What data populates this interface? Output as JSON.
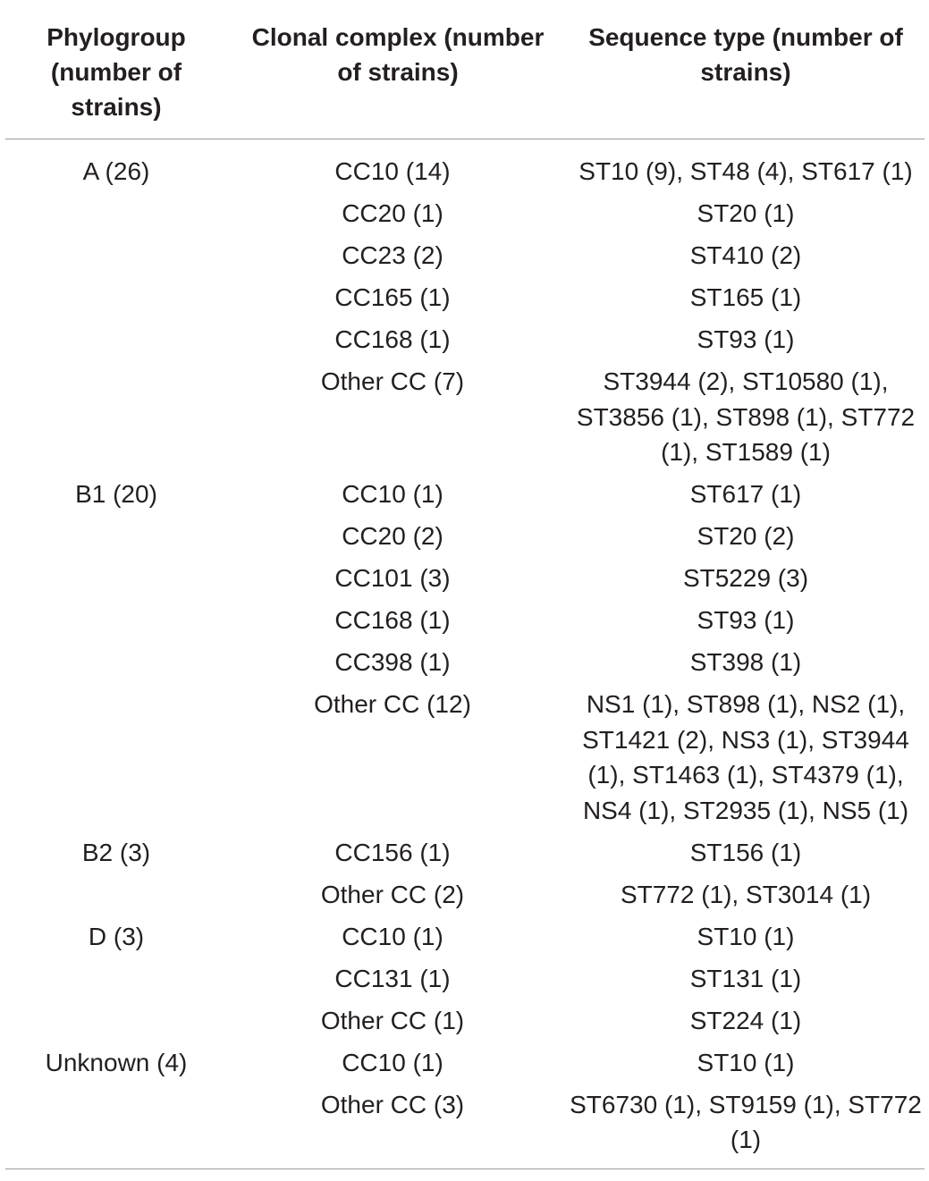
{
  "table": {
    "headers": [
      [
        "Phylogroup",
        "(number of",
        "strains)"
      ],
      [
        "Clonal complex (number",
        "of strains)"
      ],
      [
        "Sequence type (number of",
        "strains)"
      ]
    ],
    "rows": [
      {
        "phylogroup": "A (26)",
        "cc": "CC10 (14)",
        "st": [
          "ST10 (9), ST48 (4), ST617 (1)"
        ]
      },
      {
        "phylogroup": "",
        "cc": "CC20 (1)",
        "st": [
          "ST20 (1)"
        ]
      },
      {
        "phylogroup": "",
        "cc": "CC23 (2)",
        "st": [
          "ST410 (2)"
        ]
      },
      {
        "phylogroup": "",
        "cc": "CC165 (1)",
        "st": [
          "ST165 (1)"
        ]
      },
      {
        "phylogroup": "",
        "cc": "CC168 (1)",
        "st": [
          "ST93 (1)"
        ]
      },
      {
        "phylogroup": "",
        "cc": "Other CC (7)",
        "st": [
          "ST3944 (2), ST10580 (1),",
          "ST3856 (1), ST898 (1), ST772",
          "(1), ST1589 (1)"
        ]
      },
      {
        "phylogroup": "B1 (20)",
        "cc": "CC10 (1)",
        "st": [
          "ST617 (1)"
        ]
      },
      {
        "phylogroup": "",
        "cc": "CC20 (2)",
        "st": [
          "ST20 (2)"
        ]
      },
      {
        "phylogroup": "",
        "cc": "CC101 (3)",
        "st": [
          "ST5229 (3)"
        ]
      },
      {
        "phylogroup": "",
        "cc": "CC168 (1)",
        "st": [
          "ST93 (1)"
        ]
      },
      {
        "phylogroup": "",
        "cc": "CC398 (1)",
        "st": [
          "ST398 (1)"
        ]
      },
      {
        "phylogroup": "",
        "cc": "Other CC (12)",
        "st": [
          "NS1 (1), ST898 (1), NS2 (1),",
          "ST1421 (2), NS3 (1), ST3944",
          "(1), ST1463 (1), ST4379 (1),",
          "NS4 (1), ST2935 (1), NS5 (1)"
        ]
      },
      {
        "phylogroup": "B2 (3)",
        "cc": "CC156 (1)",
        "st": [
          "ST156 (1)"
        ]
      },
      {
        "phylogroup": "",
        "cc": "Other CC (2)",
        "st": [
          "ST772 (1), ST3014 (1)"
        ]
      },
      {
        "phylogroup": "D (3)",
        "cc": "CC10 (1)",
        "st": [
          "ST10 (1)"
        ]
      },
      {
        "phylogroup": "",
        "cc": "CC131 (1)",
        "st": [
          "ST131 (1)"
        ]
      },
      {
        "phylogroup": "",
        "cc": "Other CC (1)",
        "st": [
          "ST224 (1)"
        ]
      },
      {
        "phylogroup": "Unknown (4)",
        "cc": "CC10 (1)",
        "st": [
          "ST10 (1)"
        ]
      },
      {
        "phylogroup": "",
        "cc": "Other CC (3)",
        "st": [
          "ST6730 (1), ST9159 (1), ST772",
          "(1)"
        ]
      }
    ]
  }
}
